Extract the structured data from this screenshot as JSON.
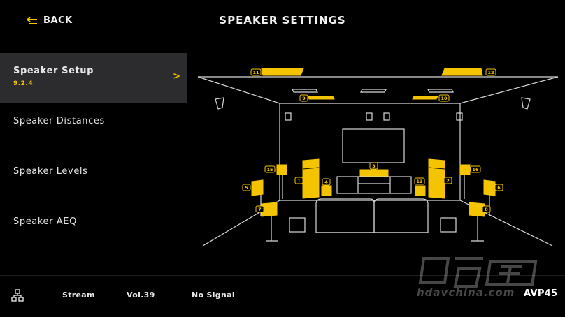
{
  "header": {
    "back_label": "BACK",
    "title": "SPEAKER SETTINGS"
  },
  "menu": [
    {
      "label": "Speaker Setup",
      "sub": "9.2.4",
      "chevron": ">",
      "active": true
    },
    {
      "label": "Speaker Distances"
    },
    {
      "label": "Speaker Levels"
    },
    {
      "label": "Speaker AEQ"
    }
  ],
  "diagram": {
    "speaker_numbers": [
      "1",
      "2",
      "3",
      "4",
      "5",
      "6",
      "7",
      "8",
      "9",
      "10",
      "11",
      "12",
      "13",
      "15",
      "16"
    ],
    "accent_color": "#f5c400"
  },
  "footer": {
    "network_icon": "network-icon",
    "stream": "Stream",
    "volume": "Vol.39",
    "signal": "No Signal"
  },
  "watermark": {
    "text": "hdavchina.com"
  },
  "branding": {
    "model": "AVP45"
  }
}
